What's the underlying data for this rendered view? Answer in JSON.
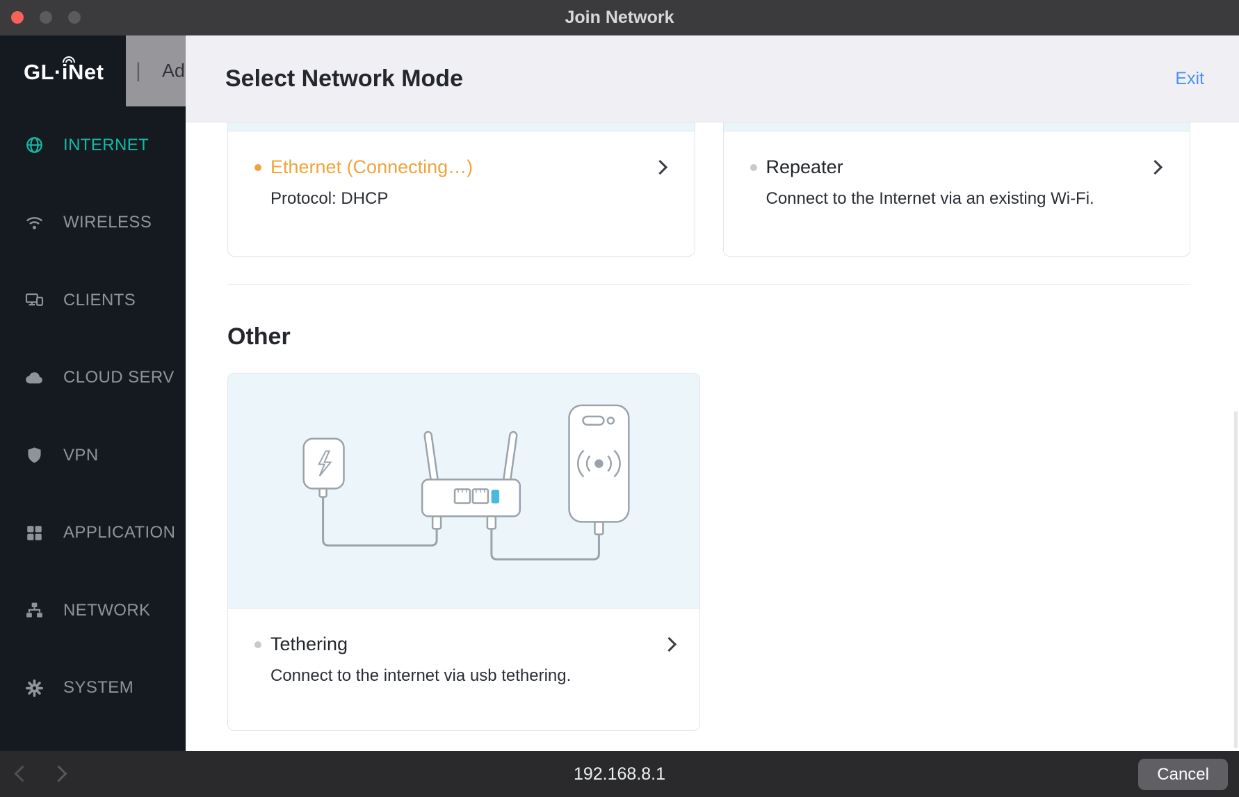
{
  "titlebar": {
    "title": "Join Network"
  },
  "sidebar": {
    "logo": "GL·iNet",
    "separator": "|",
    "header_partial": "Ad",
    "active_color": "#14B9A6",
    "items": [
      {
        "label": "INTERNET",
        "icon": "globe-icon",
        "active": true
      },
      {
        "label": "WIRELESS",
        "icon": "wifi-icon",
        "active": false
      },
      {
        "label": "CLIENTS",
        "icon": "devices-icon",
        "active": false
      },
      {
        "label": "CLOUD SERV",
        "icon": "cloud-icon",
        "active": false
      },
      {
        "label": "VPN",
        "icon": "shield-icon",
        "active": false
      },
      {
        "label": "APPLICATION",
        "icon": "apps-grid-icon",
        "active": false
      },
      {
        "label": "NETWORK",
        "icon": "topology-icon",
        "active": false
      },
      {
        "label": "SYSTEM",
        "icon": "gear-icon",
        "active": false
      }
    ]
  },
  "modal": {
    "title": "Select Network Mode",
    "exit_label": "Exit",
    "cards": {
      "ethernet": {
        "title": "Ethernet (Connecting…)",
        "subtitle": "Protocol: DHCP",
        "state": "connecting",
        "accent": "#F0A43C"
      },
      "repeater": {
        "title": "Repeater",
        "subtitle": "Connect to the Internet via an existing Wi-Fi."
      }
    },
    "other_section": {
      "heading": "Other",
      "tethering": {
        "title": "Tethering",
        "subtitle": "Connect to the internet via usb tethering."
      }
    }
  },
  "statusbar": {
    "address": "192.168.8.1",
    "cancel_label": "Cancel"
  },
  "colors": {
    "link_blue": "#4A90F7",
    "accent_orange": "#F0A43C",
    "active_teal": "#14B9A6"
  }
}
